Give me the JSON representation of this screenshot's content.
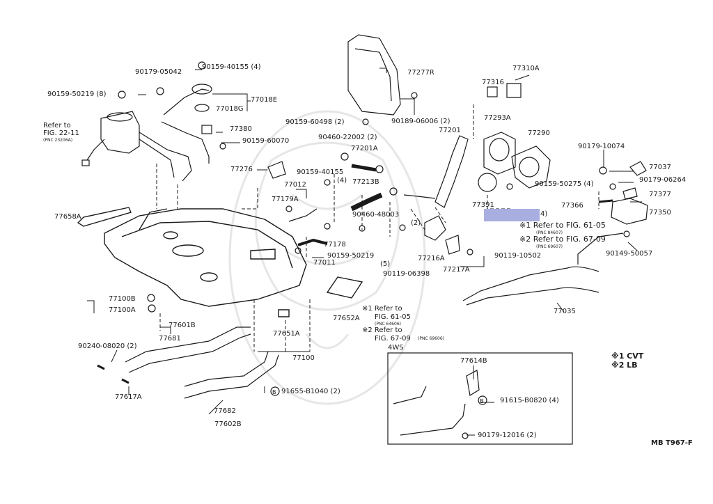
{
  "labels": {
    "p90159_40155_4_a": "90159-40155 (4)",
    "p90179_05042": "90179-05042",
    "p77018E": "77018E",
    "p90159_50219_8": "90159-50219 (8)",
    "p77018G": "77018G",
    "p77380": "77380",
    "p90159_60070": "90159-60070",
    "refer_to": "Refer to",
    "fig_22_11": "FIG. 22-11",
    "pnc_23206A": "(PNC 23206A)",
    "p77276": "77276",
    "p90159_40155_4_b": "90159-40155",
    "p4_b": "(4)",
    "p77012": "77012",
    "p77179A": "77179A",
    "p77658A": "77658A",
    "p77178": "77178",
    "p77011": "77011",
    "p77277R": "77277R",
    "p90159_60498_2": "90159-60498 (2)",
    "p90189_06006_2": "90189-06006 (2)",
    "p90460_22002_2": "90460-22002 (2)",
    "p77201": "77201",
    "p77201A": "77201A",
    "p77213B": "77213B",
    "p90460_48003": "90460-48003",
    "p2_c": "(2)",
    "p90159_50219": "90159-50219",
    "p5": "(5)",
    "p90119_06398": "90119-06398",
    "p77216A": "77216A",
    "p77217A": "77217A",
    "p90119_10502": "90119-10502",
    "p77310A": "77310A",
    "p77316": "77316",
    "p77293A": "77293A",
    "p77290": "77290",
    "p90159_50275_4": "90159-50275 (4)",
    "p77391": "77391",
    "p4_d": "4)",
    "p90179_10074": "90179-10074",
    "p77037": "77037",
    "p90179_06264": "90179-06264",
    "p77377": "77377",
    "p77366": "77366",
    "p77350": "77350",
    "note1_fig": "※1 Refer to FIG. 61-05",
    "note1_pnc": "(PNC 84607)",
    "note2_fig": "※2 Refer to FIG. 67-09",
    "note2_pnc": "(PNC 69607)",
    "p90149_50057": "90149-50057",
    "p77035": "77035",
    "p77100B": "77100B",
    "p77100A": "77100A",
    "p77601B": "77601B",
    "p77681": "77681",
    "p90240_08020_2": "90240-08020 (2)",
    "p77617A": "77617A",
    "p77652A": "77652A",
    "p77651A": "77651A",
    "p77100": "77100",
    "p77682": "77682",
    "p77602B": "77602B",
    "p91655_B1040_2": "91655-B1040 (2)",
    "c1_refer_to": "※1 Refer to",
    "c1_fig": "FIG. 61-05",
    "c1_pnc": "(PNC 64606)",
    "c2_refer_to": "※2 Refer to",
    "c2_fig": "FIG. 67-09",
    "c2_pnc": "(PNC 69606)",
    "fourws": "4WS",
    "p77614B": "77614B",
    "p91615_B0820_4": "91615-B0820 (4)",
    "p90179_12016_2": "90179-12016 (2)",
    "legend_cvt": "※1 CVT",
    "legend_lb": "※2 LB",
    "ref_code": "MB T967-F",
    "bolt_b": "B"
  },
  "colors": {
    "line": "#1a1a1a",
    "highlight": "#a9aee0",
    "watermark": "#e6e6e6"
  }
}
